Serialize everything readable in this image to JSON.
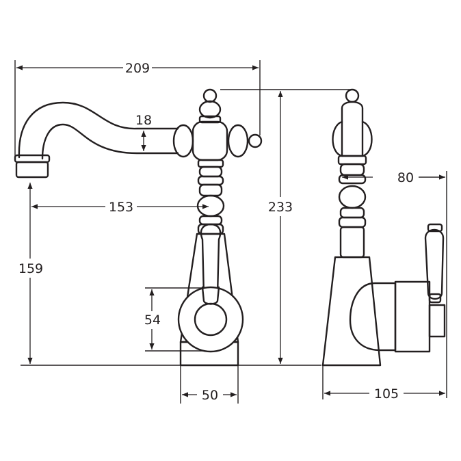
{
  "dimensions": {
    "overall_width": "209",
    "pipe_diameter": "18",
    "spout_reach": "153",
    "spout_height": "159",
    "flange_height": "54",
    "base_width": "50",
    "overall_height": "233",
    "body_diameter": "80",
    "base_depth": "105"
  },
  "colors": {
    "line": "#231f20",
    "background": "#ffffff"
  }
}
